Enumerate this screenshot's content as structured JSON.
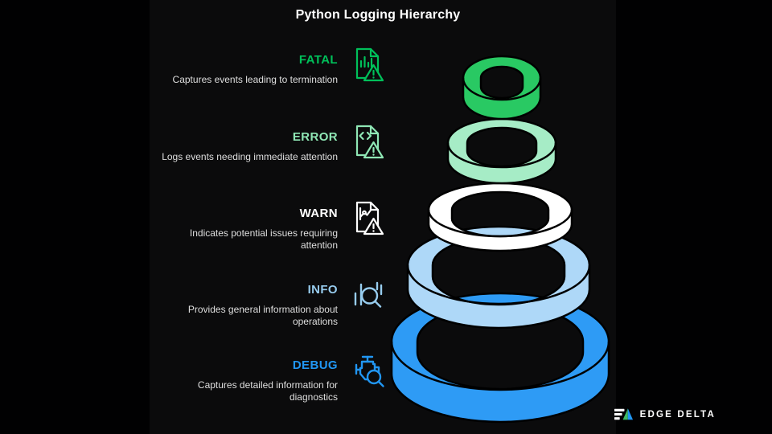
{
  "title": "Python Logging Hierarchy",
  "levels": [
    {
      "name": "FATAL",
      "description": "Captures events leading to termination",
      "icon": "document-barchart-warning-icon",
      "label_color": "#00c05a",
      "ring_color": "#29c963"
    },
    {
      "name": "ERROR",
      "description": "Logs events needing immediate attention",
      "icon": "document-code-warning-icon",
      "label_color": "#8fe7b5",
      "ring_color": "#a6ecc6"
    },
    {
      "name": "WARN",
      "description": "Indicates potential issues requiring attention",
      "icon": "document-linechart-warning-icon",
      "label_color": "#ffffff",
      "ring_color": "#ffffff"
    },
    {
      "name": "INFO",
      "description": "Provides general information about operations",
      "icon": "barchart-magnifier-icon",
      "label_color": "#97ccee",
      "ring_color": "#aed8f8"
    },
    {
      "name": "DEBUG",
      "description": "Captures detailed information for diagnostics",
      "icon": "engine-magnifier-icon",
      "label_color": "#2196f3",
      "ring_color": "#2e9bf5"
    }
  ],
  "branding": {
    "wordmark": "EDGE DELTA",
    "logo_green": "#3fbb63",
    "logo_blue": "#2196f3",
    "logo_bars": "#ffffff"
  },
  "colors": {
    "background": "#010102",
    "panel": "#0b0b0c",
    "outline": "#000000",
    "description_text": "#dfdfdf",
    "title_text": "#ffffff"
  }
}
